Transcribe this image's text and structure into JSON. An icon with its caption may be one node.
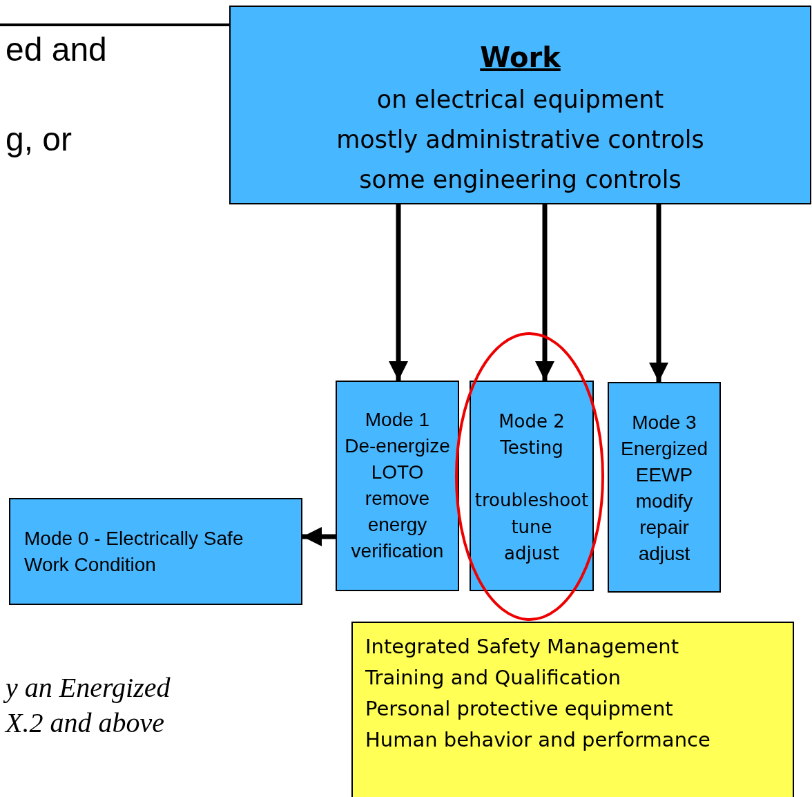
{
  "diagram": {
    "nodes": [
      {
        "text": [
          "Work",
          "on electrical equipment",
          "mostly administrative controls",
          "some engineering controls"
        ]
      },
      {
        "text": [
          "Mode 1",
          "De-energize",
          "LOTO",
          "remove",
          "energy",
          "verification"
        ]
      },
      {
        "text": [
          "Mode 2",
          "Testing",
          "troubleshoot",
          "tune",
          "adjust"
        ]
      },
      {
        "text": [
          "Mode 3",
          "Energized",
          "EEWP",
          "modify",
          "repair",
          "adjust"
        ]
      },
      {
        "text": [
          "Mode 0 - Electrically Safe Work Condition"
        ]
      },
      {
        "text": [
          "Integrated Safety Management",
          "Training and Qualification",
          "Personal protective equipment",
          "Human behavior and performance"
        ]
      }
    ],
    "edges": [
      {
        "from": 0,
        "to": 1,
        "arrow": "to"
      },
      {
        "from": 0,
        "to": 2,
        "arrow": "to"
      },
      {
        "from": 0,
        "to": 3,
        "arrow": "to"
      },
      {
        "from": 1,
        "to": 4,
        "arrow": "to"
      },
      {
        "from": null,
        "to": 0,
        "arrow": "none"
      }
    ],
    "labels": [
      "ed and",
      "g, or",
      "y an Energized",
      "X.2 and above"
    ]
  }
}
